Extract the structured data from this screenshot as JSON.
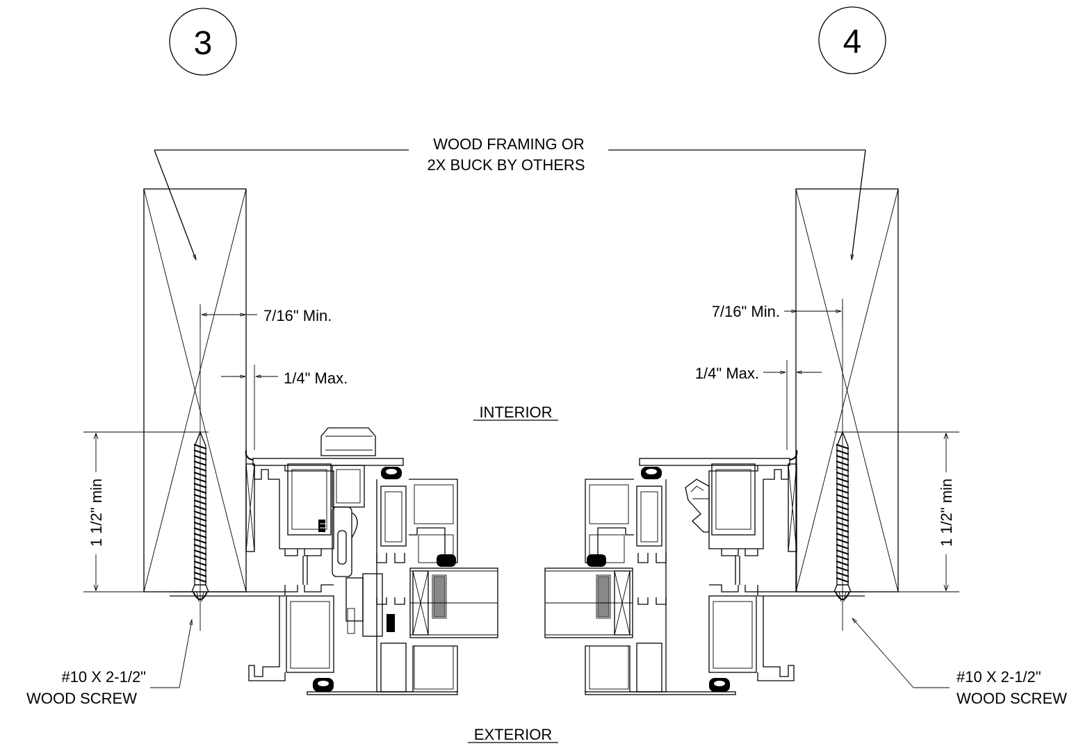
{
  "detail_left": {
    "number": "3",
    "label_7_16": "7/16\" Min.",
    "label_1_4": "1/4\" Max.",
    "label_1_1_2": "1 1/2\" min",
    "screw_line1": "#10 X 2-1/2\"",
    "screw_line2": "WOOD SCREW"
  },
  "detail_right": {
    "number": "4",
    "label_7_16": "7/16\" Min.",
    "label_1_4": "1/4\" Max.",
    "label_1_1_2": "1 1/2\" min",
    "screw_line1": "#10 X 2-1/2\"",
    "screw_line2": "WOOD SCREW"
  },
  "framing_note": {
    "line1": "WOOD FRAMING OR",
    "line2": "2X BUCK BY OTHERS"
  },
  "interior_label": "INTERIOR",
  "exterior_label": "EXTERIOR"
}
